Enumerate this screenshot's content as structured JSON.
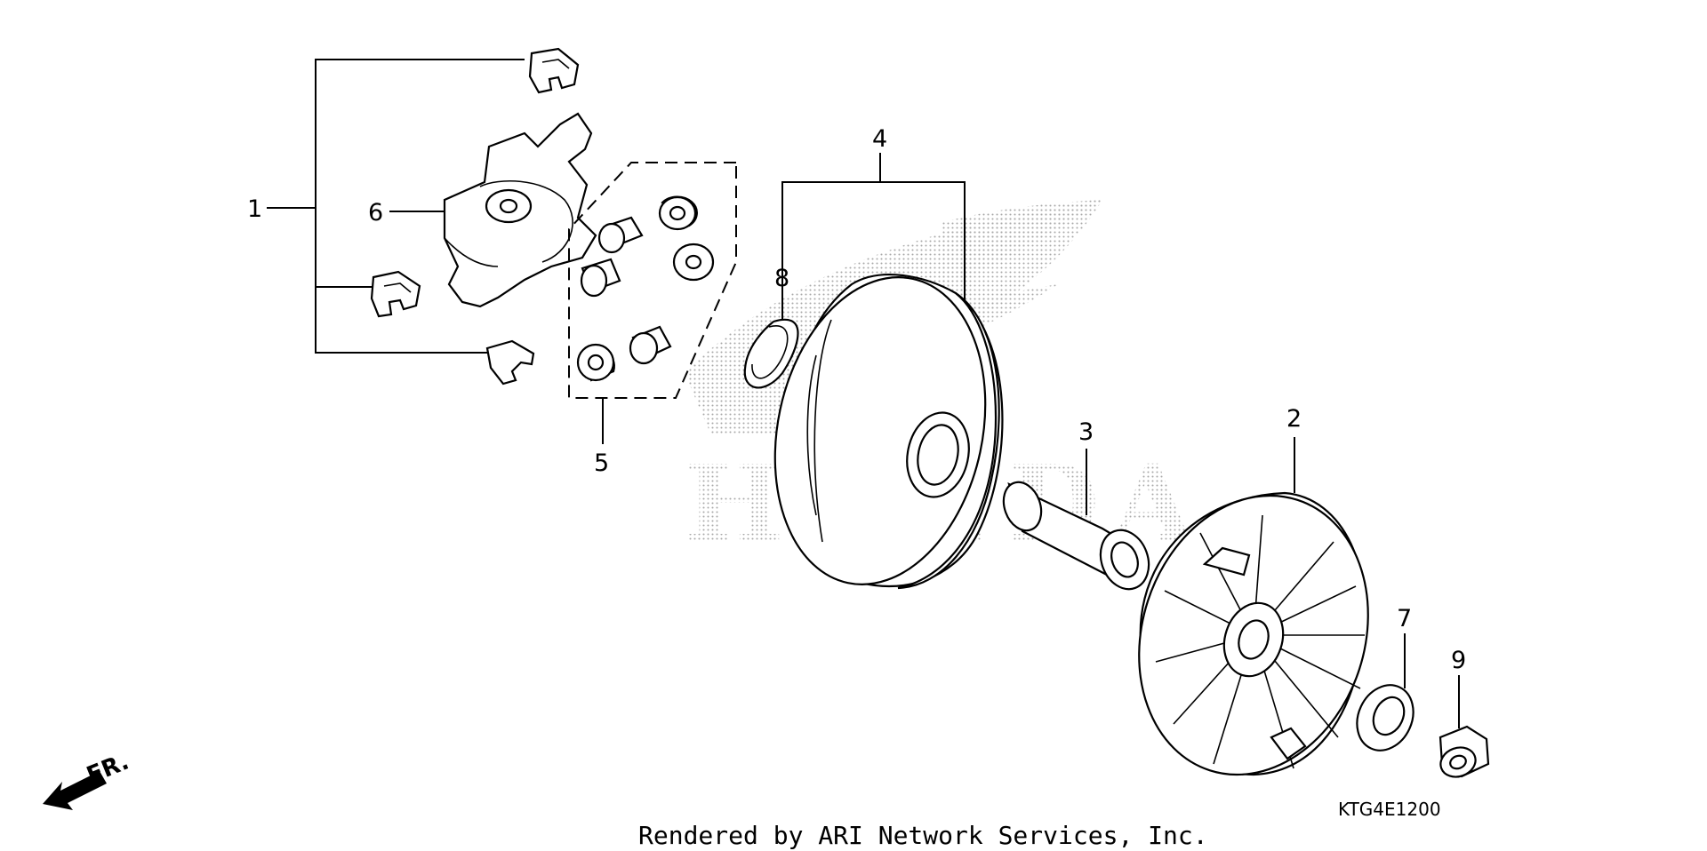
{
  "diagram": {
    "callouts": [
      {
        "id": "1",
        "label": "1"
      },
      {
        "id": "2",
        "label": "2"
      },
      {
        "id": "3",
        "label": "3"
      },
      {
        "id": "4",
        "label": "4"
      },
      {
        "id": "5",
        "label": "5"
      },
      {
        "id": "6",
        "label": "6"
      },
      {
        "id": "7",
        "label": "7"
      },
      {
        "id": "8",
        "label": "8"
      },
      {
        "id": "9",
        "label": "9"
      }
    ],
    "direction_label": "FR.",
    "diagram_code": "KTG4E1200",
    "credit": "Rendered by ARI Network Services, Inc.",
    "watermark_text": "HONDA"
  },
  "colors": {
    "line": "#000000",
    "watermark": "#9a9a9a",
    "background": "#ffffff"
  }
}
